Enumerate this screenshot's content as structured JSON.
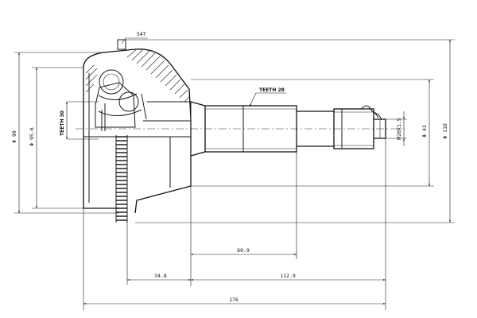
{
  "labels": {
    "top_note": "54T",
    "teeth_shaft": "TEETH 28",
    "teeth_hub": "TEETH 30",
    "dia_outer": "Φ 99",
    "dia_bell": "Φ 95.6",
    "dia_shaft": "Φ 43",
    "dia_total": "Φ 110",
    "thread": "M20X1.5",
    "len_spline": "60.9",
    "len_hub": "34.8",
    "len_shaft": "112.9",
    "len_total": "176"
  },
  "colors": {
    "line": "#1a1a1a",
    "background": "#ffffff"
  }
}
